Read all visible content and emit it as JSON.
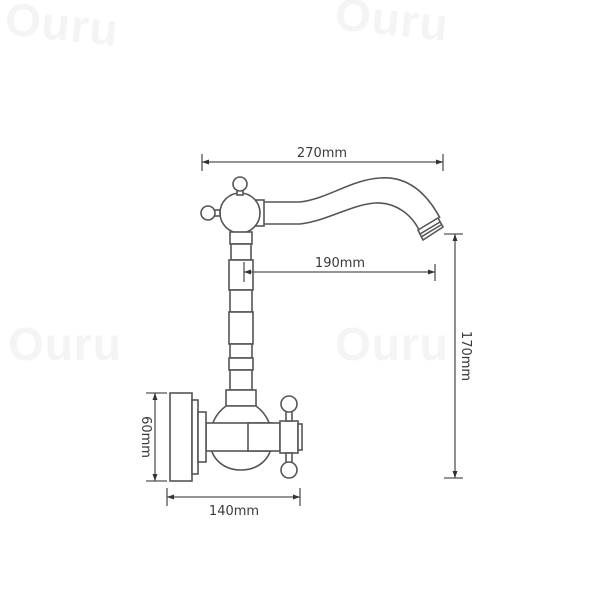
{
  "diagram": {
    "subject": "Wall-mounted swivel faucet technical drawing",
    "watermarks": [
      "Ouru",
      "Ouru",
      "Ouru",
      "Ouru"
    ],
    "dimensions": {
      "overall_width": "270mm",
      "spout_reach": "190mm",
      "height": "170mm",
      "mount_height": "60mm",
      "mount_depth": "140mm"
    },
    "colors": {
      "line": "#555555",
      "text": "#3a3a3a",
      "background": "#ffffff",
      "watermark": "#f4f4f4"
    }
  }
}
